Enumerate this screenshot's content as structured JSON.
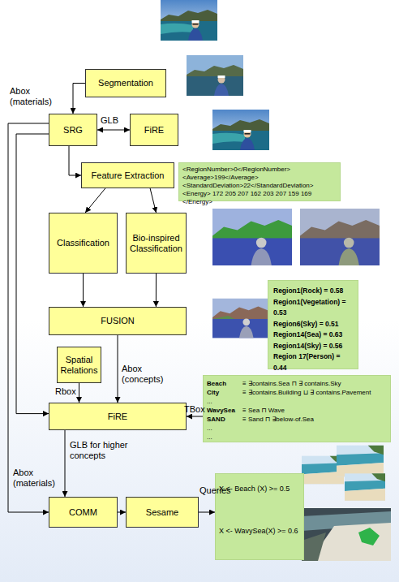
{
  "diagram": {
    "nodes": [
      {
        "text": [
          "Segmentation"
        ]
      },
      {
        "text": [
          "SRG"
        ]
      },
      {
        "text": [
          "FiRE"
        ]
      },
      {
        "text": [
          "Feature Extraction"
        ]
      },
      {
        "text": [
          "<RegionNumber>0</RegionNumber>",
          "<Average>199</Average>",
          "<StandardDeviation>22</StandardDeviation>",
          "<Energy> 172 205 207 162 203 207 159 169 </Energy>"
        ]
      },
      {
        "text": [
          "Classification"
        ]
      },
      {
        "text": [
          "Bio-inspired Classification"
        ]
      },
      {
        "text": [
          "FUSION"
        ]
      },
      {
        "text": [
          "Region1(Rock) = 0.58",
          "Region1(Vegetation) = 0.53",
          "Region6(Sky) = 0.51",
          "Region14(Sea) = 0.63",
          "Region14(Sky) = 0.56",
          "Region 17(Person) = 0.44",
          "..."
        ]
      },
      {
        "text": [
          "Spatial Relations"
        ]
      },
      {
        "text": [
          "FiRE"
        ]
      },
      {
        "text": [
          "Beach",
          "≡ ∃contains.Sea ⊓ ∃ contains.Sky",
          "City",
          "≡ ∃contains.Building ⊔ ∃ contains.Pavement",
          "...",
          "WavySea",
          "≡ Sea ⊓ Wave",
          "SAND",
          "≡ Sand ⊓ ∃below-of.Sea",
          "...",
          "..."
        ]
      },
      {
        "text": [
          "COMM"
        ]
      },
      {
        "text": [
          "Sesame"
        ]
      },
      {
        "text": [
          "X <- Beach (X) >= 0.5",
          "X <- WavySea(X) >= 0.6"
        ]
      }
    ],
    "edges": [
      {
        "from": 0,
        "to": 1,
        "arrow": "to"
      },
      {
        "from": 1,
        "to": 2,
        "arrow": "both",
        "label": "GLB"
      },
      {
        "from": 1,
        "to": 3,
        "arrow": "to"
      },
      {
        "from": 3,
        "to": 5,
        "arrow": "to"
      },
      {
        "from": 3,
        "to": 6,
        "arrow": "to"
      },
      {
        "from": 5,
        "to": 7,
        "arrow": "to"
      },
      {
        "from": 6,
        "to": 7,
        "arrow": "to"
      },
      {
        "from": 7,
        "to": 10,
        "arrow": "to",
        "label": "Abox (concepts)"
      },
      {
        "from": 9,
        "to": 10,
        "arrow": "to",
        "label": "Rbox"
      },
      {
        "from": 11,
        "to": 10,
        "arrow": "to",
        "label": "TBox"
      },
      {
        "from": 1,
        "to": 10,
        "arrow": "to",
        "label": "Abox (materials)"
      },
      {
        "from": 1,
        "to": 12,
        "arrow": "to",
        "label": "Abox (materials)"
      },
      {
        "from": 10,
        "to": 12,
        "arrow": "to",
        "label": "GLB for higher concepts"
      },
      {
        "from": 12,
        "to": 13,
        "arrow": "to"
      },
      {
        "from": 13,
        "to": 14,
        "arrow": "to",
        "label": "Queries"
      }
    ]
  }
}
